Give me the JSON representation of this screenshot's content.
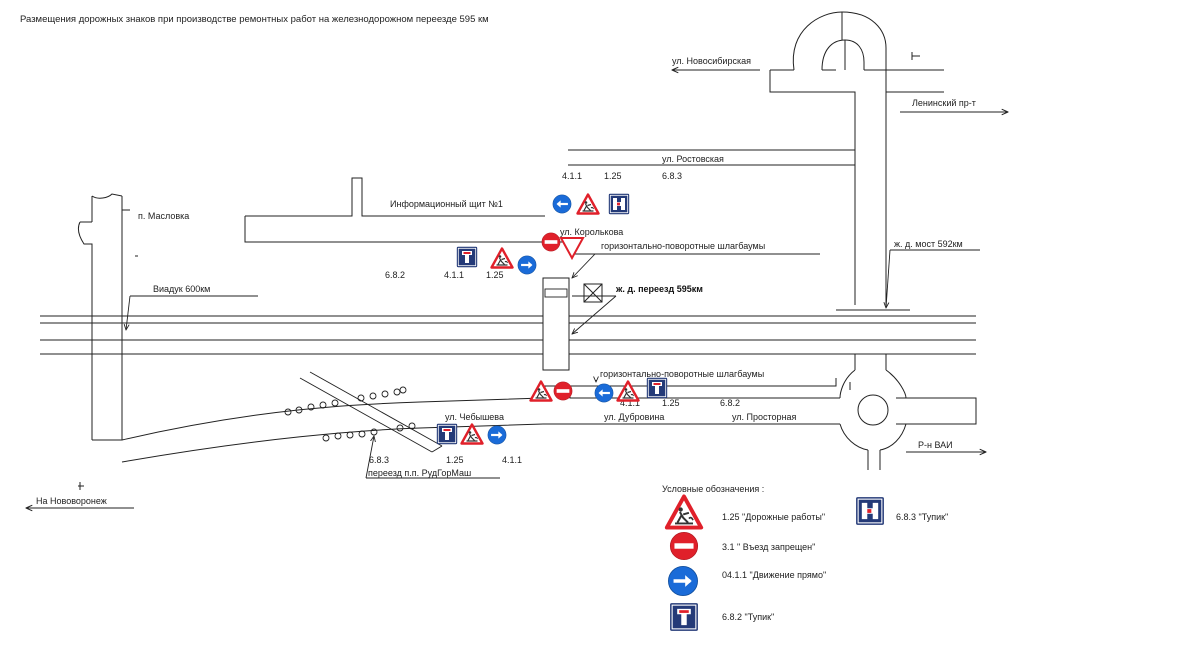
{
  "title": "Размещения дорожных знаков при производстве ремонтных работ на железнодорожном переезде 595 км",
  "streets": {
    "novosibirskaya": "ул. Новосибирская",
    "leninsky": "Ленинский пр-т",
    "rostovskaya": "ул. Ростовская",
    "korolkova": "ул. Королькова",
    "maslovka": "п. Масловка",
    "chebysheva": "ул. Чебышева",
    "dubrovina": "ул. Дубровина",
    "prostornaya": "ул. Просторная",
    "vai": "Р-н ВАИ",
    "novovoronezh": "На Нововоронеж"
  },
  "labels": {
    "info_board": "Информационный щит №1",
    "barriers_top": "горизонтально-поворотные шлагбаумы",
    "barriers_bottom": "горизонтально-поворотные шлагбаумы",
    "crossing": "ж. д. переезд 595км",
    "bridge": "ж. д. мост 592км",
    "viaduct": "Виадук 600км",
    "rudgormash": "переезд п.п. РудГорМаш"
  },
  "sign_codes": {
    "top_411": "4.1.1",
    "top_125": "1.25",
    "top_683": "6.8.3",
    "mid_682": "6.8.2",
    "mid_411": "4.1.1",
    "mid_125": "1.25",
    "right_411": "4.1.1",
    "right_125": "1.25",
    "right_682": "6.8.2",
    "left_683": "6.8.3",
    "left_125": "1.25",
    "left_411": "4.1.1"
  },
  "legend": {
    "title": "Условные обозначения :",
    "items": [
      {
        "code_text": "1.25 \"Дорожные работы\"",
        "icon": "road-works-sign"
      },
      {
        "code_text": "3.1  \" Въезд запрещен\"",
        "icon": "no-entry-sign"
      },
      {
        "code_text": "04.1.1 \"Движение прямо\"",
        "icon": "straight-arrow-sign"
      },
      {
        "code_text": "6.8.2  \"Тупик\"",
        "icon": "dead-end-sign"
      },
      {
        "code_text": "6.8.3 \"Тупик\"",
        "icon": "dead-end-side-sign"
      }
    ]
  },
  "colors": {
    "sign_red": "#e0202a",
    "sign_blue": "#1a6bd8",
    "sign_navy": "#243a78",
    "ink": "#222222"
  }
}
